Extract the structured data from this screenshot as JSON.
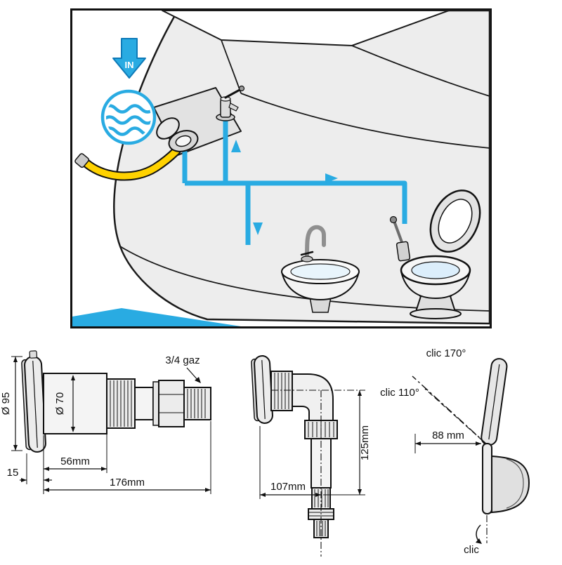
{
  "scene": {
    "in_label": "IN"
  },
  "left_drawing": {
    "dia_outer": "Ø 95",
    "dia_inner": "Ø 70",
    "thread_label": "3/4 gaz",
    "cap_width": "56mm",
    "total_length": "176mm",
    "flange_thickness": "15"
  },
  "middle_drawing": {
    "length": "107mm",
    "height": "125mm"
  },
  "right_drawing": {
    "open_max": "clic 170°",
    "open_mid": "clic 110°",
    "depth": "88 mm",
    "click_label": "clic"
  },
  "colors": {
    "blue": "#29abe2",
    "blueDark": "#0e7ab8",
    "yellow": "#ffd200",
    "outline": "#1a1a1a",
    "grayLight": "#ededed"
  }
}
